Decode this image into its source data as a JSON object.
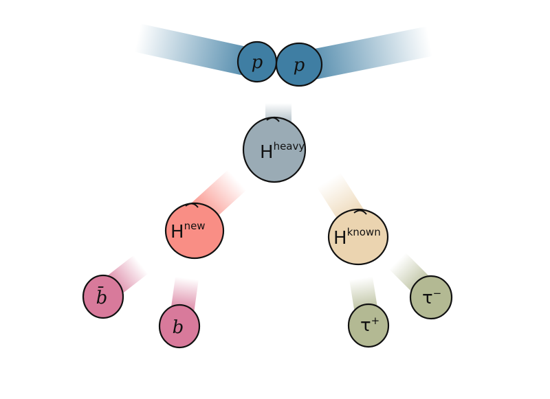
{
  "colors": {
    "proton": "#3f7ea3",
    "heavy": "#9aabb5",
    "new": "#f98e85",
    "known": "#ebd4b0",
    "bquark": "#d87a9b",
    "tau": "#b3b993"
  },
  "nodes": {
    "p1": {
      "label": "p"
    },
    "p2": {
      "label": "p"
    },
    "heavy": {
      "base": "H",
      "sup": "heavy"
    },
    "new": {
      "base": "H",
      "sup": "new"
    },
    "known": {
      "base": "H",
      "sup": "known"
    },
    "bbar": {
      "label": "b̄"
    },
    "b": {
      "label": "b"
    },
    "tauplus": {
      "base": "τ",
      "sup": "+"
    },
    "tauminus": {
      "base": "τ",
      "sup": "−"
    }
  }
}
